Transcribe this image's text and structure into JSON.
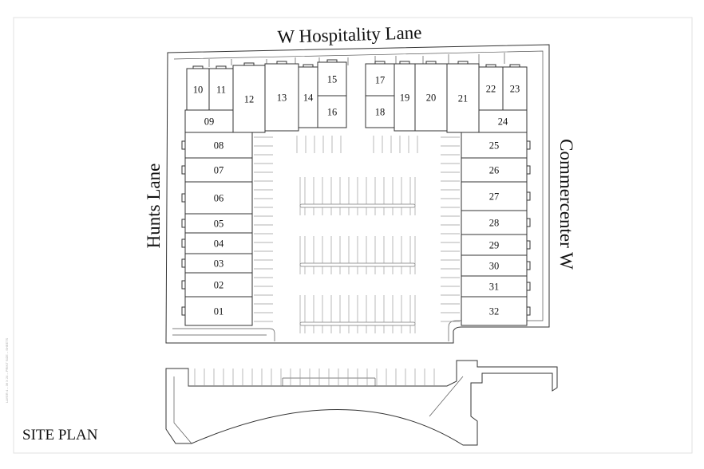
{
  "streets": {
    "north": "W Hospitality Lane",
    "west": "Hunts Lane",
    "east": "Commercenter W"
  },
  "units": [
    "01",
    "02",
    "03",
    "04",
    "05",
    "06",
    "07",
    "08",
    "09",
    "10",
    "11",
    "12",
    "13",
    "14",
    "15",
    "16",
    "17",
    "18",
    "19",
    "20",
    "21",
    "22",
    "23",
    "24",
    "25",
    "26",
    "27",
    "28",
    "29",
    "30",
    "31",
    "32"
  ],
  "title": "SITE PLAN",
  "sheet_note": "LAYER 4 – 36 X 24 – PRINT SIZE – SHEETS"
}
